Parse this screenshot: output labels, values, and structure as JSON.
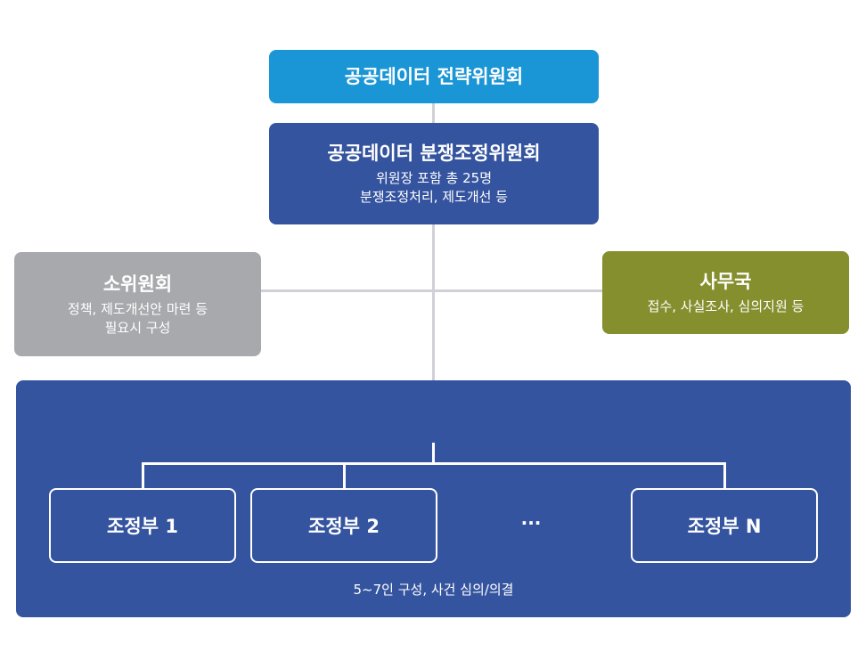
{
  "top_committee": {
    "title": "공공데이터 전략위원회"
  },
  "dispute_committee": {
    "title": "공공데이터 분쟁조정위원회",
    "line1": "위원장 포함 총 25명",
    "line2": "분쟁조정처리, 제도개선 등"
  },
  "subcommittee": {
    "title": "소위원회",
    "line1": "정책, 제도개선안 마련 등",
    "line2": "필요시 구성"
  },
  "secretariat": {
    "title": "사무국",
    "line1": "접수, 사실조사, 심의지원 등"
  },
  "divisions": {
    "items": [
      "조정부 1",
      "조정부 2",
      "조정부 N"
    ],
    "ellipsis": "···",
    "note": "5~7인 구성, 사건 심의/의결"
  },
  "colors": {
    "top": "#1a95d6",
    "main": "#35549f",
    "subcommittee": "#a7a9ac",
    "secretariat": "#858f2e",
    "connector": "#cfd1d6"
  }
}
